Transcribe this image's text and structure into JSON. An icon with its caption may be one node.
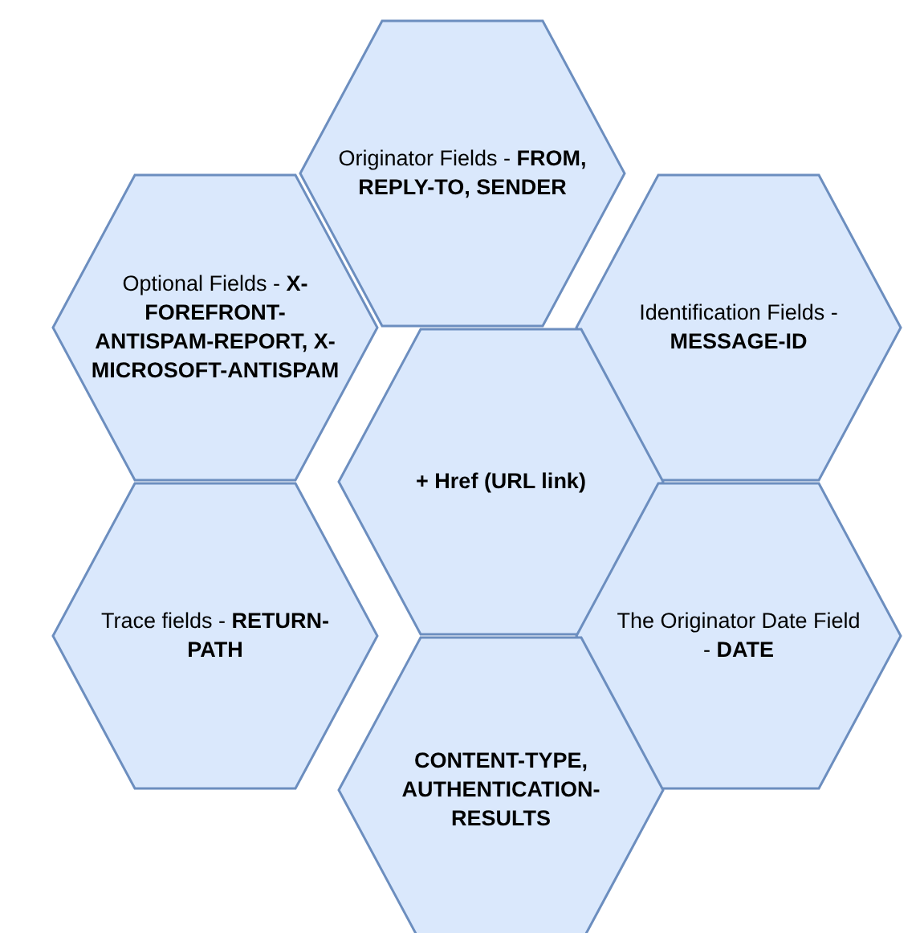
{
  "diagram": {
    "nodes": [
      {
        "text": [
          "Originator Fields - **FROM, REPLY-TO, SENDER**"
        ]
      },
      {
        "text": [
          "Optional Fields - **X-FOREFRONT-ANTISPAM-REPORT, X-MICROSOFT-ANTISPAM**"
        ]
      },
      {
        "text": [
          "Identification Fields - **MESSAGE-ID**"
        ]
      },
      {
        "text": [
          "+ Href (URL link)"
        ]
      },
      {
        "text": [
          "Trace fields - **RETURN-PATH**"
        ]
      },
      {
        "text": [
          "The Originator Date Field - **DATE**"
        ]
      },
      {
        "text": [
          "CONTENT-TYPE, AUTHENTICATION-RESULTS"
        ]
      }
    ]
  }
}
